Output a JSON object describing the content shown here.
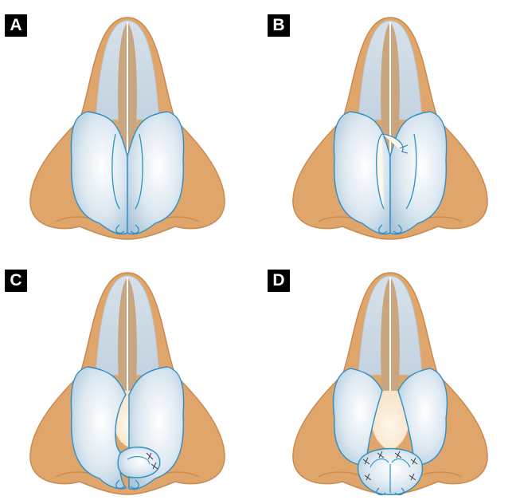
{
  "panels": [
    {
      "label": "A",
      "stage": "initial"
    },
    {
      "label": "B",
      "stage": "medial-crus-incision"
    },
    {
      "label": "C",
      "stage": "single-side-fold-sutured"
    },
    {
      "label": "D",
      "stage": "bilateral-folds-sutured"
    }
  ],
  "colors": {
    "skin": "#E0A56B",
    "skin_outline": "#C98A4F",
    "cartilage_light": "#DCE6EE",
    "cartilage_stroke": "#2E8FC3",
    "septum": "#C9A67F",
    "background": "#ffffff"
  }
}
